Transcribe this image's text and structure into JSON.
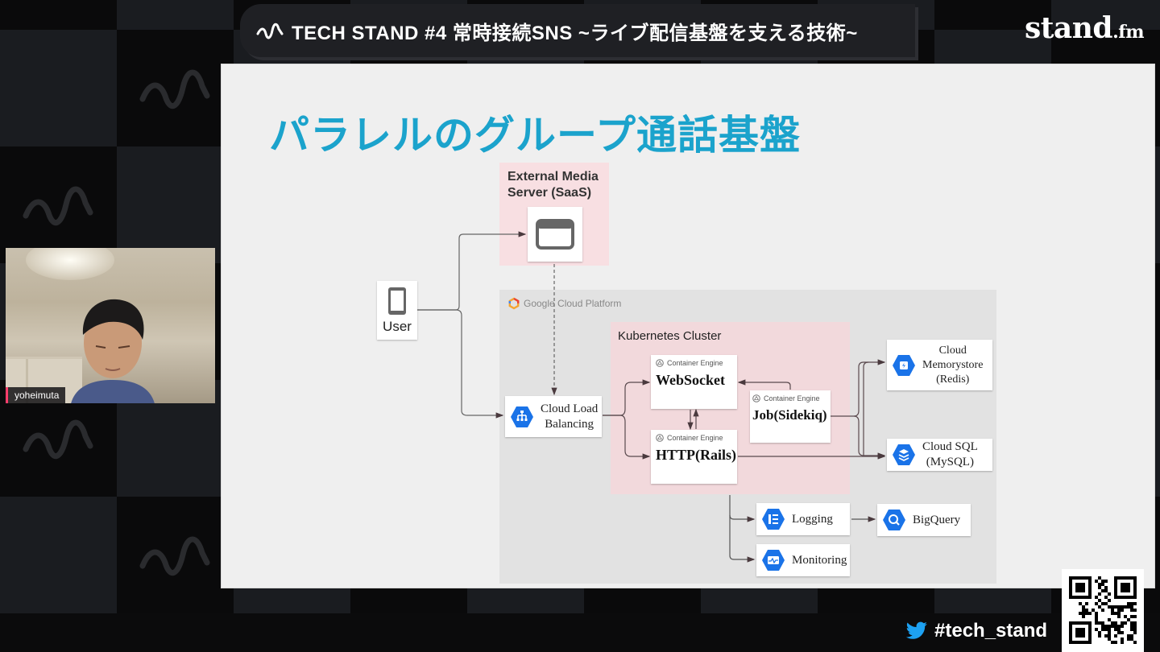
{
  "stream": {
    "banner_title": "TECH STAND #4 常時接続SNS ~ライブ配信基盤を支える技術~",
    "brand_name": "stand",
    "brand_suffix": ".fm",
    "hashtag": "#tech_stand",
    "speaker_name": "yoheimuta"
  },
  "slide": {
    "title": "パラレルのグループ通話基盤",
    "title_color": "#1ba3cc",
    "zones": {
      "external_media": "External Media\nServer (SaaS)",
      "gcp": "Google Cloud Platform",
      "kubernetes": "Kubernetes Cluster"
    },
    "nodes": {
      "user": "User",
      "load_balancer": "Cloud Load\nBalancing",
      "websocket": {
        "tag": "Container Engine",
        "name": "WebSocket"
      },
      "http": {
        "tag": "Container Engine",
        "name": "HTTP(Rails)"
      },
      "job": {
        "tag": "Container Engine",
        "name": "Job(Sidekiq)"
      },
      "memorystore": "Cloud\nMemorystore\n(Redis)",
      "cloudsql": "Cloud SQL\n(MySQL)",
      "logging": "Logging",
      "bigquery": "BigQuery",
      "monitoring": "Monitoring"
    },
    "icon_color": "#1a73e8"
  },
  "colors": {
    "twitter": "#1da1f2",
    "name_accent": "#ff3d6b"
  }
}
